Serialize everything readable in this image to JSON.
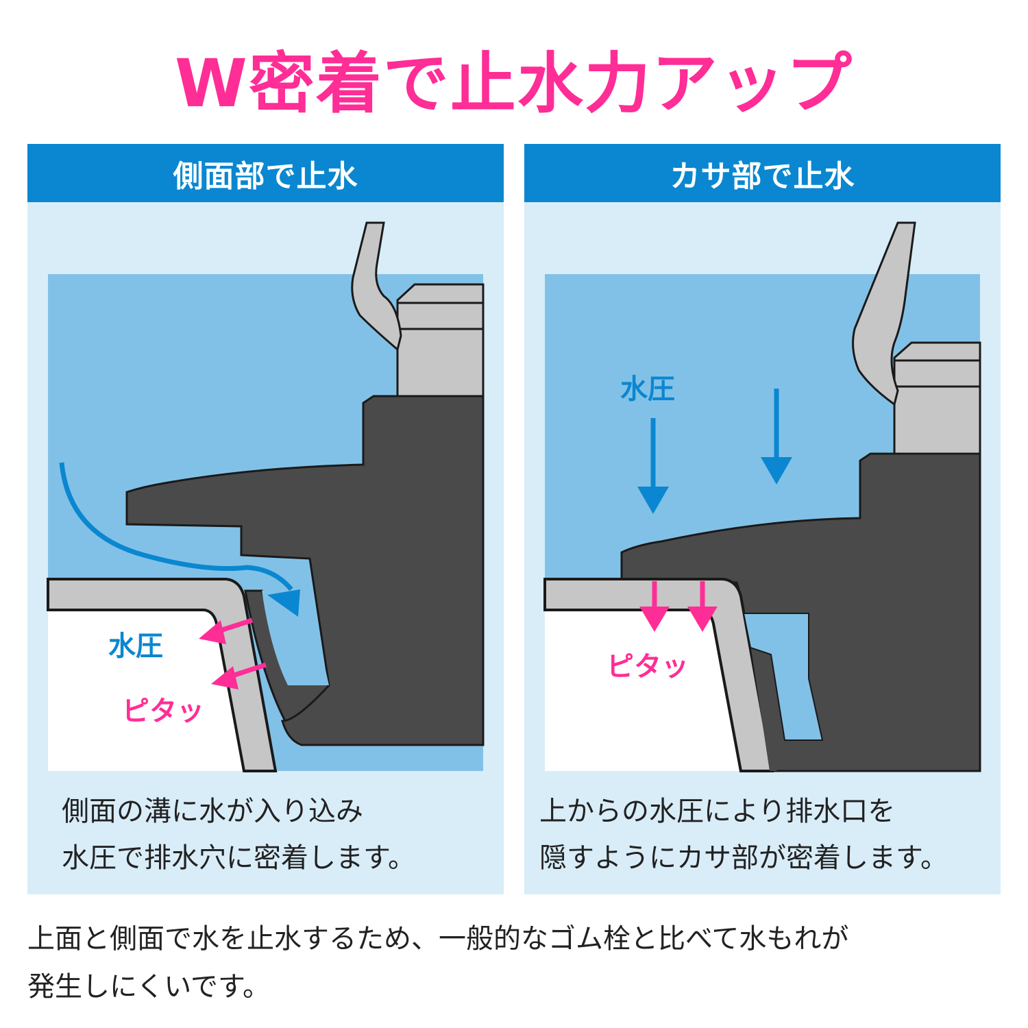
{
  "title": "W密着で止水力アップ",
  "colors": {
    "title": "#ff2d96",
    "header": "#0a87d0",
    "panel_bg": "#d9edf8",
    "water": "#82c1e7",
    "plug": "#4a4a4a",
    "pipe": "#c6c6c6",
    "outline": "#1a1a1a",
    "arrow_blue": "#0a87d0",
    "arrow_pink": "#ff2d96"
  },
  "panels": [
    {
      "header": "側面部で止水",
      "labels": {
        "pressure": "水圧",
        "seal": "ピタッ"
      },
      "caption": [
        "側面の溝に水が入り込み",
        "水圧で排水穴に密着します。"
      ]
    },
    {
      "header": "カサ部で止水",
      "labels": {
        "pressure": "水圧",
        "seal": "ピタッ"
      },
      "caption": [
        "上からの水圧により排水口を",
        "隠すようにカサ部が密着します。"
      ]
    }
  ],
  "bottom_note": [
    "上面と側面で水を止水するため、一般的なゴム栓と比べて水もれが",
    "発生しにくいです。"
  ]
}
